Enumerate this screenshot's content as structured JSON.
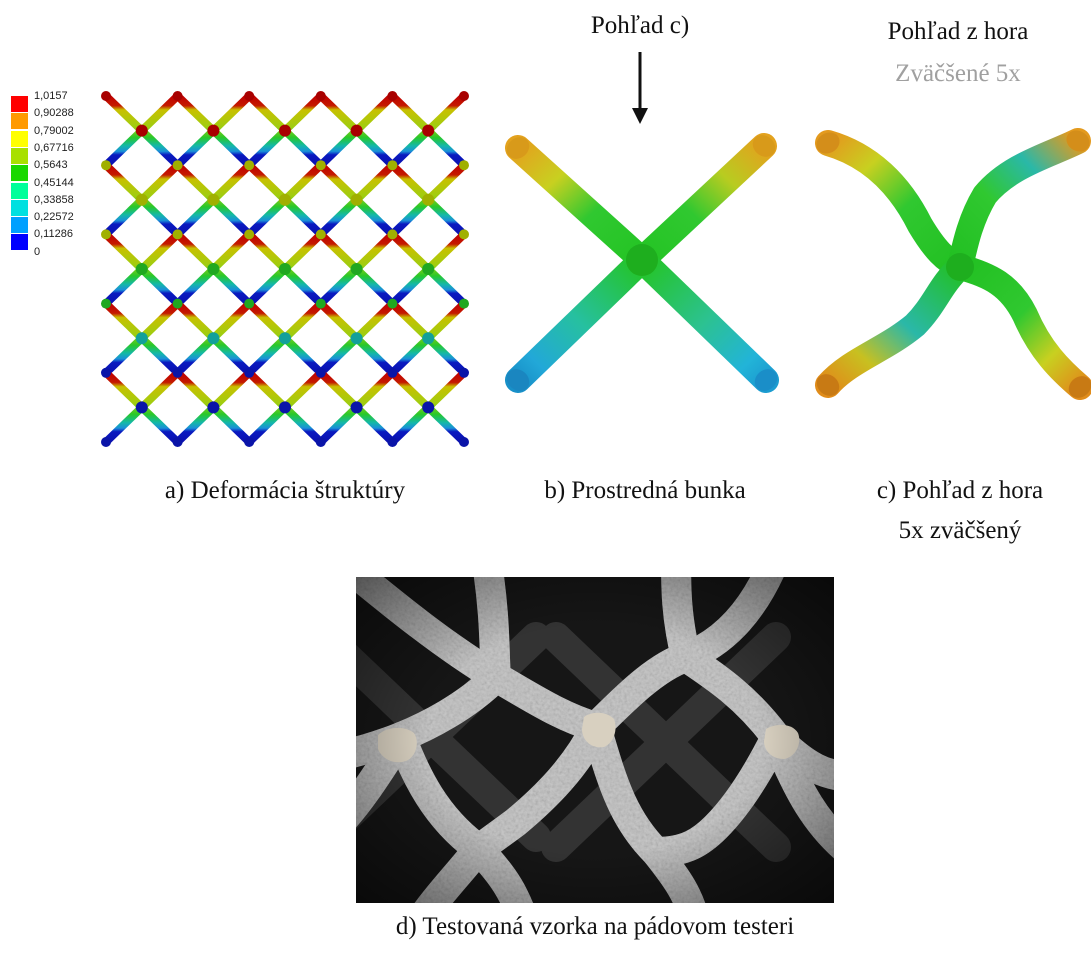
{
  "legend": {
    "entries": [
      {
        "label": "1,0157",
        "color": "#ff0000"
      },
      {
        "label": "0,90288",
        "color": "#ff9a00"
      },
      {
        "label": "0,79002",
        "color": "#ffff00"
      },
      {
        "label": "0,67716",
        "color": "#a8e000"
      },
      {
        "label": "0,5643",
        "color": "#19d800"
      },
      {
        "label": "0,45144",
        "color": "#00ff9a"
      },
      {
        "label": "0,33858",
        "color": "#00e0e0"
      },
      {
        "label": "0,22572",
        "color": "#00a0ff"
      },
      {
        "label": "0,11286",
        "color": "#0000ff"
      },
      {
        "label": "0",
        "color": "#0000ff"
      }
    ]
  },
  "panels": {
    "a": {
      "caption": "a) Deformácia štruktúry"
    },
    "b": {
      "caption": "b) Prostredná  bunka",
      "view_label": "Pohľad c)"
    },
    "c": {
      "caption_line1": "c) Pohľad z hora",
      "caption_line2": "5x zväčšený",
      "header_line1": "Pohľad z hora",
      "header_line2": "Zväčšené 5x"
    },
    "d": {
      "caption": "d) Testovaná vzorka na pádovom testeri"
    }
  },
  "colors": {
    "strut_top": "#c40000",
    "strut_upper": "#b8c800",
    "strut_middle": "#2ed11e",
    "strut_lower": "#18c0b8",
    "strut_bottom": "#0a1ac8",
    "header_gray": "#a0a0a0"
  }
}
